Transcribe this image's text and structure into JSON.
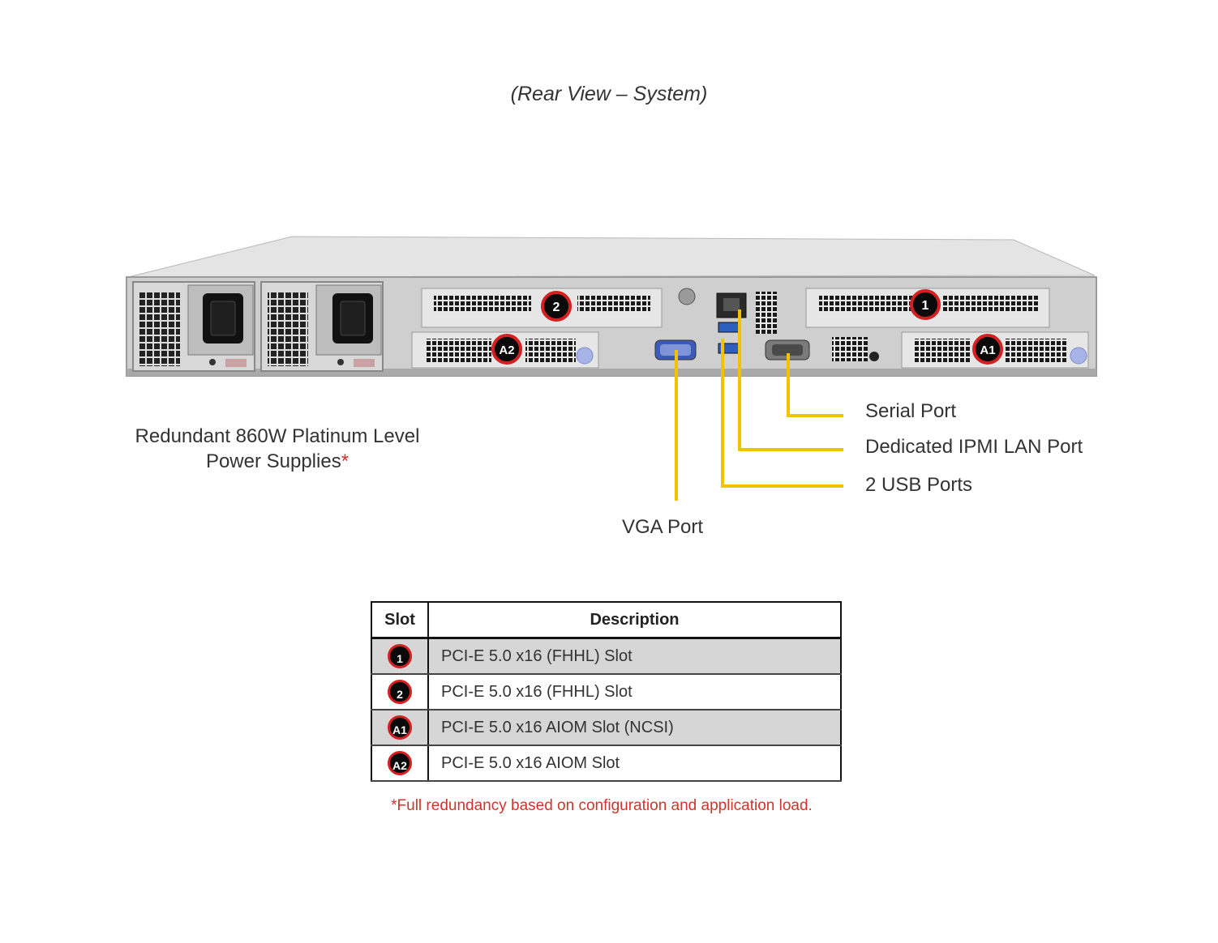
{
  "title": "(Rear View – System)",
  "badges": {
    "slot1": "1",
    "slot2": "2",
    "slotA1": "A1",
    "slotA2": "A2"
  },
  "callouts": {
    "psu_line1": "Redundant 860W Platinum Level",
    "psu_line2": "Power Supplies",
    "psu_asterisk": "*",
    "serial": "Serial Port",
    "ipmi": "Dedicated IPMI LAN Port",
    "usb": "2 USB Ports",
    "vga": "VGA Port"
  },
  "colors": {
    "callout_line": "#f2c200",
    "badge_fill": "#0a0a0a",
    "badge_ring": "#d42020",
    "footnote": "#d0342c",
    "chassis": "#c8c8c8"
  },
  "table": {
    "headers": [
      "Slot",
      "Description"
    ],
    "rows": [
      {
        "slot": "1",
        "description": "PCI-E 5.0 x16 (FHHL) Slot"
      },
      {
        "slot": "2",
        "description": "PCI-E 5.0 x16 (FHHL) Slot"
      },
      {
        "slot": "A1",
        "description": "PCI-E 5.0 x16 AIOM Slot (NCSI)"
      },
      {
        "slot": "A2",
        "description": "PCI-E 5.0 x16 AIOM Slot"
      }
    ]
  },
  "footnote": "*Full redundancy based on configuration and application load."
}
